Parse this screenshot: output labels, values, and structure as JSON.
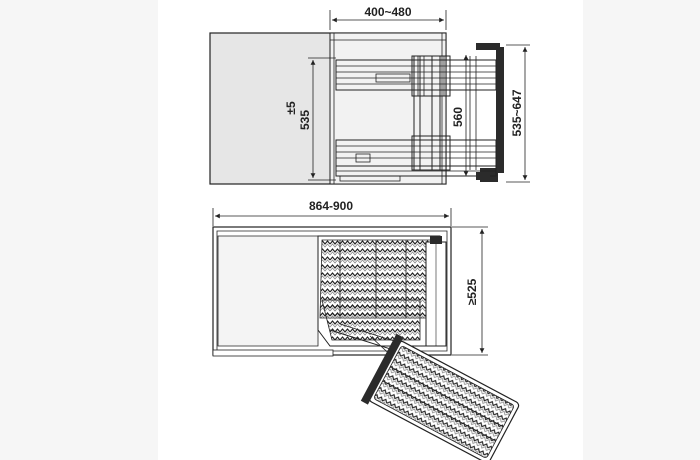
{
  "diagram": {
    "side_view": {
      "dimensions": {
        "depth_range": "400~480",
        "height_range": "535~647",
        "height_inner": "560",
        "height_outer": "535",
        "height_tolerance": "±5"
      }
    },
    "top_view": {
      "dimensions": {
        "width_range": "864-900",
        "depth_min": "≥525"
      }
    },
    "colors": {
      "line": "#222222",
      "fill_panel": "#e6e6e6",
      "basket_fill": "#2b2b2b",
      "background": "#ffffff",
      "side_strip": "#f6f6f6"
    }
  }
}
